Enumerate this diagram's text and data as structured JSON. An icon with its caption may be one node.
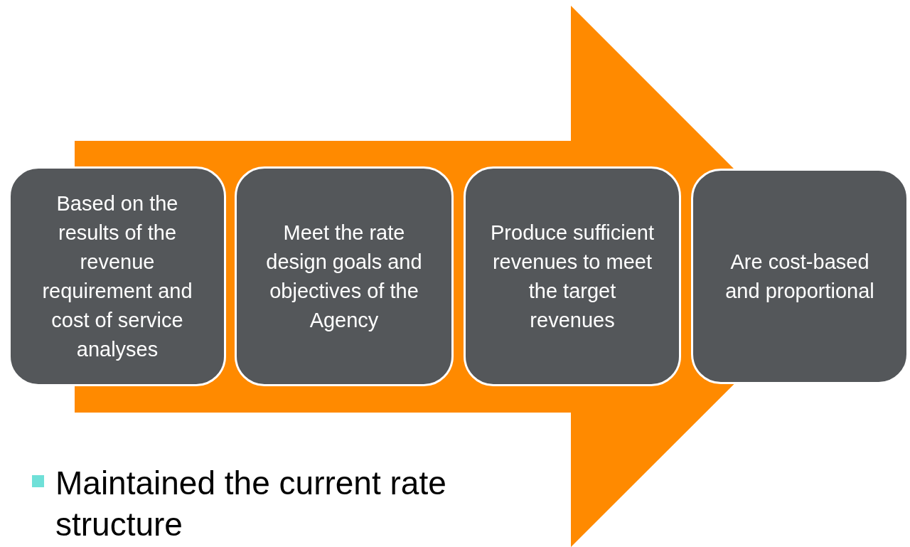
{
  "diagram": {
    "nodes": [
      {
        "text": [
          "Based on the results of the revenue requirement and cost of service analyses"
        ]
      },
      {
        "text": [
          "Meet the rate design goals and objectives of the Agency"
        ]
      },
      {
        "text": [
          "Produce sufficient revenues to meet the target revenues"
        ]
      },
      {
        "text": [
          "Are cost-based and proportional"
        ]
      }
    ],
    "edges": [
      {
        "from": 0,
        "to": 3,
        "arrow": "to"
      }
    ],
    "labels": [
      "Maintained the current rate structure"
    ]
  }
}
